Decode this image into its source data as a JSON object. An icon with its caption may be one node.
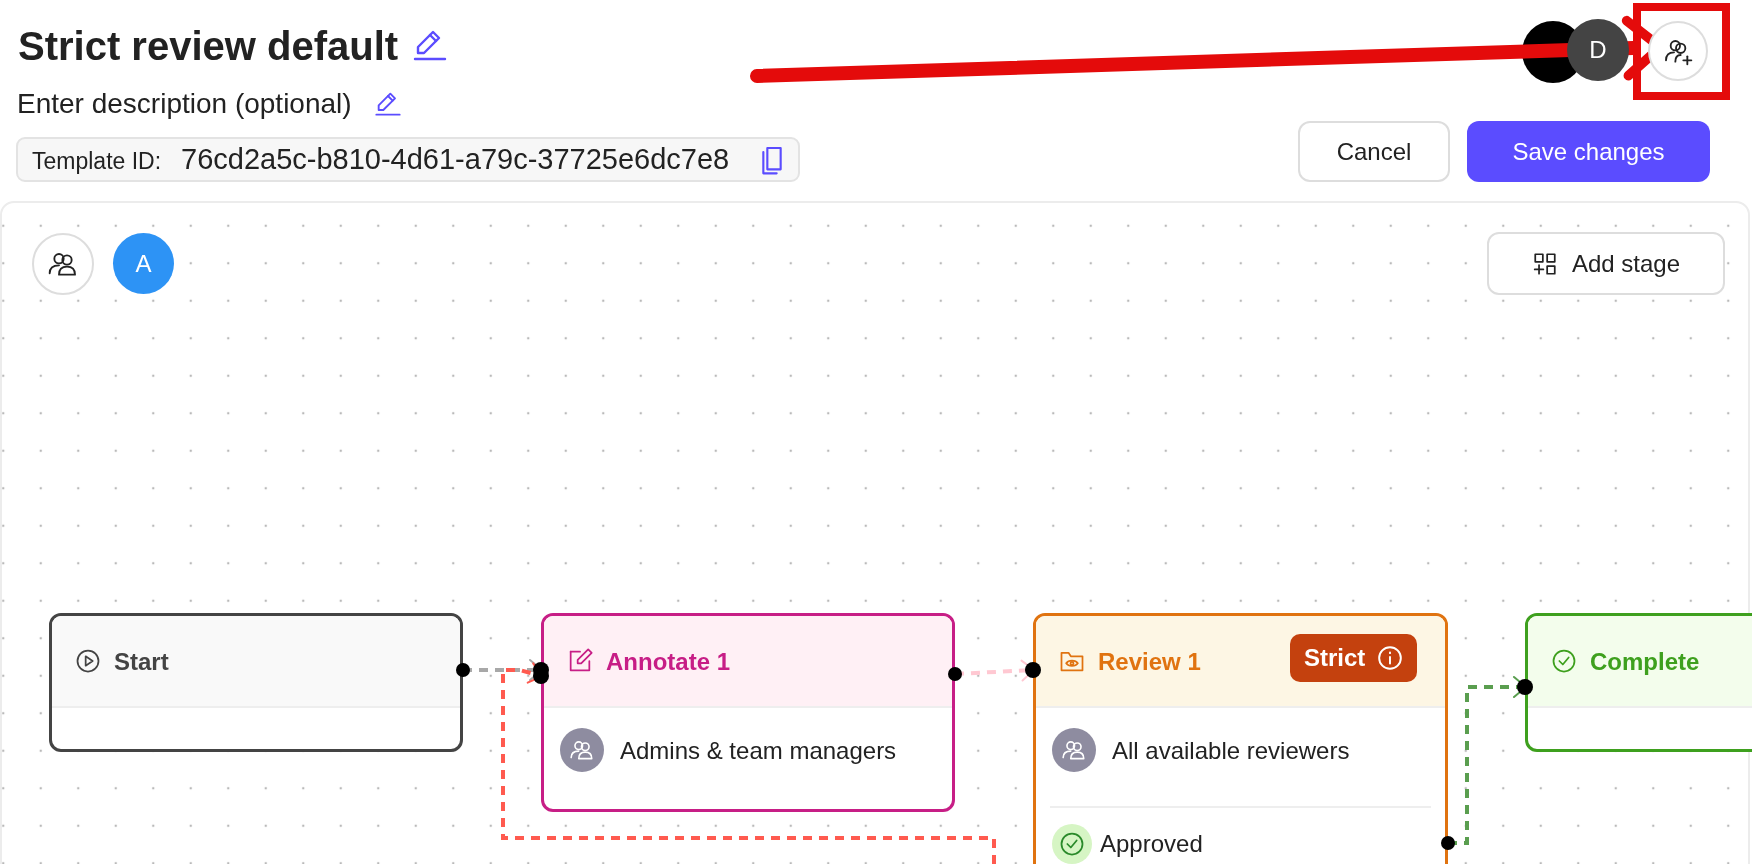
{
  "diagram": {
    "title": "Strict review default",
    "nodes": [
      {
        "text": [
          "Start"
        ]
      },
      {
        "text": [
          "Annotate 1",
          "Admins & team managers"
        ]
      },
      {
        "text": [
          "Review 1",
          "Strict",
          "All available reviewers",
          "Approved"
        ]
      },
      {
        "text": [
          "Complete"
        ]
      },
      {
        "text": [],
        "shape": "box"
      }
    ],
    "edges": [
      {
        "from": 0,
        "to": 1,
        "arrow": "to",
        "style": "dashed",
        "color": "#a8a8a8"
      },
      {
        "from": 1,
        "to": 2,
        "arrow": "to",
        "style": "dashed",
        "color": "#ffc8d2"
      },
      {
        "from": 2,
        "to": 3,
        "arrow": "to",
        "style": "dashed",
        "color": "#5a9e4f"
      },
      {
        "from": null,
        "to": 1,
        "arrow": "to",
        "style": "dashed",
        "color": "#ff5a4f"
      },
      {
        "from": null,
        "to": 4,
        "arrow": "to",
        "style": "thick",
        "color": "#e40b0b"
      }
    ],
    "labels": [
      "Enter description (optional)",
      "Template ID:",
      "76cd2a5c-b810-4d61-a79c-37725e6dc7e8",
      "D",
      "Cancel",
      "Save changes",
      "A",
      "Add stage"
    ]
  }
}
